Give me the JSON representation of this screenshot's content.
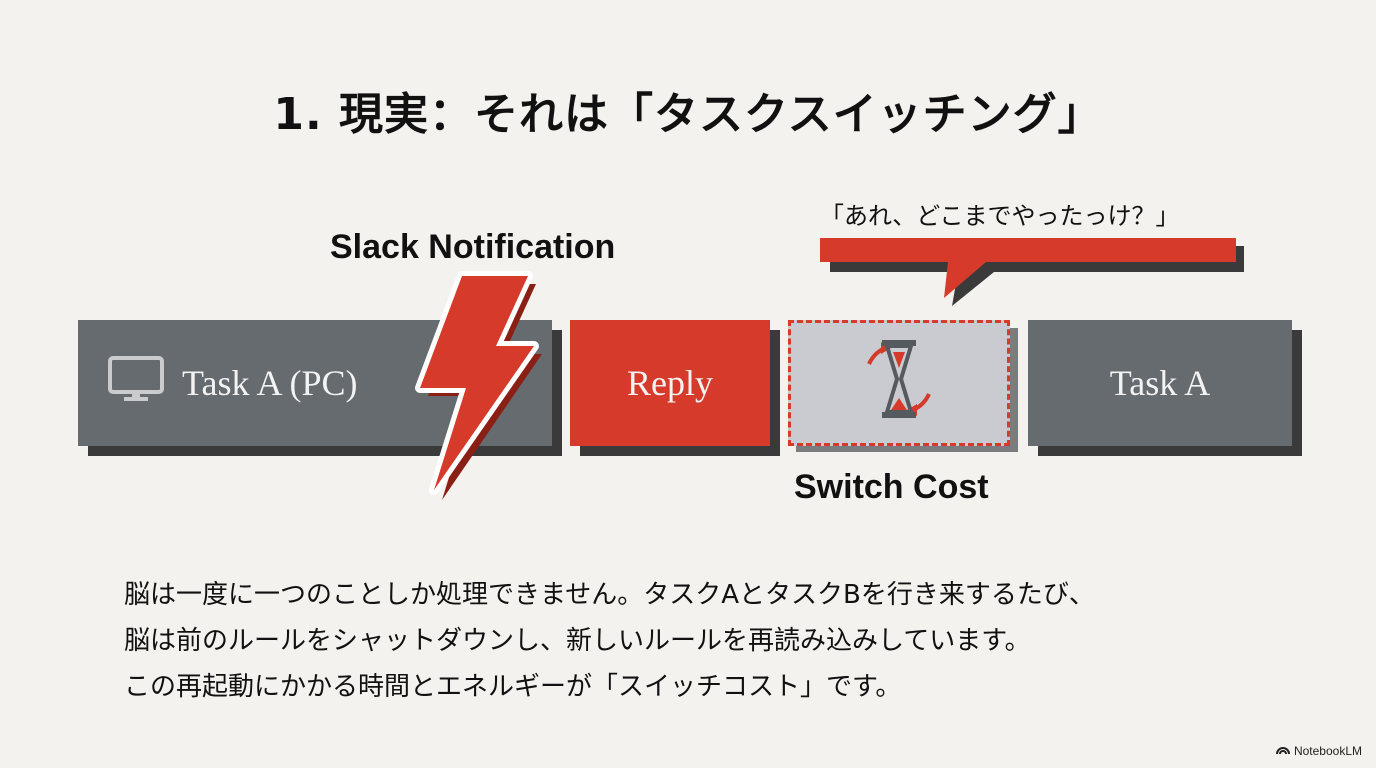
{
  "title": "1. 現実：それは「タスクスイッチング」",
  "annotations": {
    "slack": "Slack Notification",
    "bubble": "「あれ、どこまでやったっけ？」",
    "switch_cost": "Switch Cost"
  },
  "blocks": {
    "task_a_pc": "Task A (PC)",
    "reply": "Reply",
    "task_a": "Task A"
  },
  "icons": {
    "monitor": "monitor-icon",
    "lightning": "lightning-bolt-icon",
    "hourglass": "hourglass-icon"
  },
  "colors": {
    "gray_block": "#656b6e",
    "red_accent": "#d63a2a",
    "switch_bg": "#c9cbd0",
    "shadow": "#3a3a3a"
  },
  "body": {
    "line1": "脳は一度に一つのことしか処理できません。タスクAとタスクBを行き来するたび、",
    "line2": "脳は前のルールをシャットダウンし、新しいルールを再読み込みしています。",
    "line3": "この再起動にかかる時間とエネルギーが「スイッチコスト」です。"
  },
  "brand": "NotebookLM"
}
